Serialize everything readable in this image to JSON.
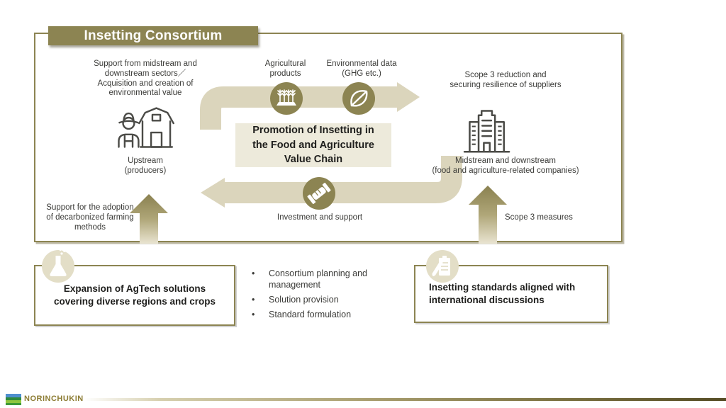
{
  "slide": {
    "title": "Insetting Consortium"
  },
  "flow": {
    "upstream_support": "Support from midstream and\ndownstream sectors／\nAcquisition and creation of\nenvironmental value",
    "agricultural_products_label": "Agricultural\nproducts",
    "environmental_data_label": "Environmental data\n(GHG etc.)",
    "promotion_text": "Promotion of Insetting in\nthe Food and Agriculture\nValue Chain",
    "scope3_reduction_label": "Scope 3 reduction and\nsecuring resilience of suppliers",
    "upstream_label": "Upstream\n(producers)",
    "midstream_label": "Midstream and downstream\n(food and agriculture-related companies)",
    "investment_label": "Investment and support",
    "decarbonized_label": "Support for the adoption\nof decarbonized farming\nmethods",
    "scope3_measures_label": "Scope 3 measures"
  },
  "bottom_row": {
    "agtech_box_label": "Expansion of AgTech solutions\ncovering diverse regions and crops",
    "consortium_bullets": [
      "Consortium planning and management",
      "Solution provision",
      "Standard formulation"
    ],
    "standards_box_label": "Insetting standards aligned with\ninternational discussions"
  },
  "footer": {
    "brand": "NORINCHUKIN"
  },
  "icons": {
    "farmer_barn": "farmer-and-barn-outline",
    "wheat": "wheat-stalks",
    "leaf": "leaf",
    "building": "office-building-outline",
    "handshake": "handshake",
    "flask": "lab-flask",
    "clipboard": "clipboard-with-pencil",
    "logo": "norinchukin-field-logo"
  },
  "colors": {
    "olive": "#8C8452",
    "arrow_beige": "#DBD5BC",
    "pale_circle": "#E3DEC7",
    "highlight_bg": "#EDEADB",
    "brand_gold": "#8C7C33"
  }
}
